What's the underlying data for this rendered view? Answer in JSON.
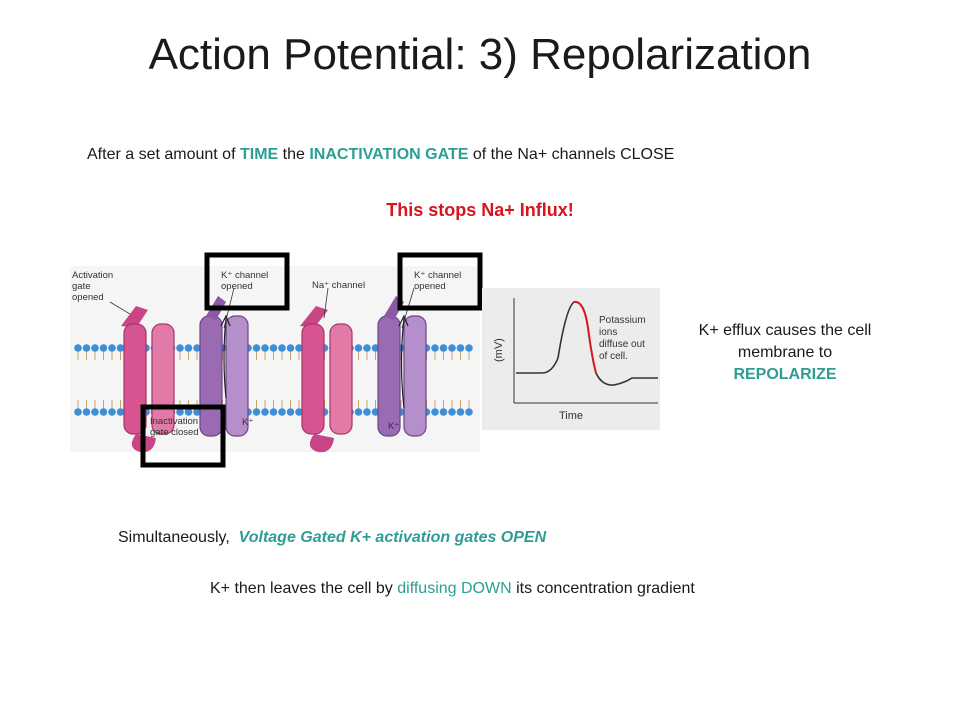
{
  "title": "Action Potential: 3) Repolarization",
  "intro": {
    "part1": "After a set amount of ",
    "time": "TIME",
    "part2": " the ",
    "inact": "INACTIVATION GATE",
    "part3": " of the Na+ channels CLOSE"
  },
  "stops": "This stops Na+ Influx!",
  "side_note": {
    "line1": "K+ efflux causes the cell",
    "line2": "membrane to",
    "line3": "REPOLARIZE"
  },
  "simul": {
    "prefix": "Simultaneously,  ",
    "highlight": "Voltage Gated K+ activation gates OPEN"
  },
  "leaves": {
    "part1": "K+ then leaves the cell by ",
    "highlight": "diffusing DOWN",
    "part2": " its concentration gradient"
  },
  "figure": {
    "activation_label": [
      "Activation",
      "gate",
      "opened"
    ],
    "k_open_label_1": [
      "K⁺ channel",
      "opened"
    ],
    "na_channel_label": "Na⁺ channel",
    "k_open_label_2": [
      "K⁺ channel",
      "opened"
    ],
    "inactivation_label": [
      "Inactivation",
      "gate closed"
    ],
    "k_ion_1": "K⁺",
    "k_ion_2": "K⁺"
  },
  "graph": {
    "ylabel": "(mV)",
    "xlabel": "Time",
    "annotation": [
      "Potassium",
      "ions",
      "diffuse out",
      "of cell."
    ]
  },
  "colors": {
    "teal": "#2e9d93",
    "red": "#d8141d",
    "channel_pink": "#d6548f",
    "channel_purple": "#9a6bb3",
    "phospholipid_head": "#3f8ed8",
    "graph_bg": "#ececec"
  }
}
